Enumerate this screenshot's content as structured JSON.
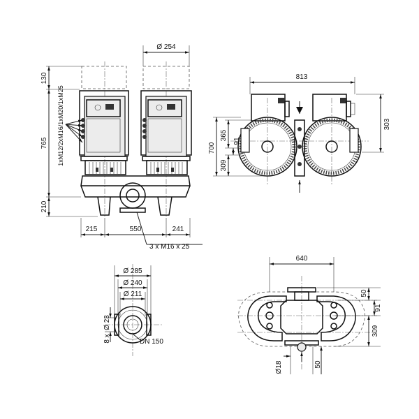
{
  "front_view": {
    "dia_top": "Ø 254",
    "h_130": "130",
    "h_765": "765",
    "h_210": "210",
    "cable_label": "1xM12/2xM16/1xM20/1xM25",
    "w_215": "215",
    "w_550": "550",
    "w_241": "241",
    "bolts": "3 x M16 x 25"
  },
  "side_view": {
    "w_813": "813",
    "h_700": "700",
    "h_365": "365",
    "h_91": "91",
    "h_309": "309",
    "h_303": "303"
  },
  "flange_view": {
    "d_285": "Ø 285",
    "d_240": "Ø 240",
    "d_211": "Ø 211",
    "d_23": "Ø 23",
    "holes": "8 x",
    "dn": "DN 150"
  },
  "plan_view": {
    "w_640": "640",
    "h_50_top": "50",
    "h_91": "91",
    "h_309": "309",
    "d_18": "Ø18",
    "h_50_bot": "50"
  }
}
